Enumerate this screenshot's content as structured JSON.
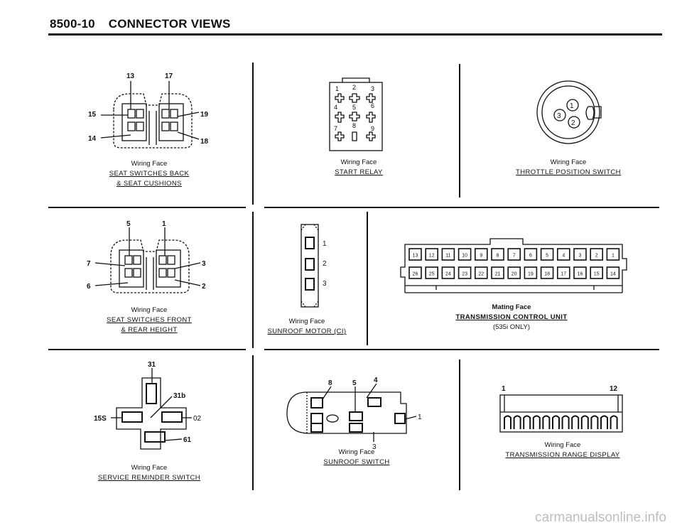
{
  "header": {
    "number": "8500-10",
    "title": "CONNECTOR VIEWS"
  },
  "seat_back": {
    "face": "Wiring Face",
    "name1": "SEAT SWITCHES BACK",
    "name2": "& SEAT CUSHIONS",
    "pins": [
      "13",
      "17",
      "15",
      "19",
      "14",
      "18"
    ]
  },
  "start_relay": {
    "face": "Wiring Face",
    "name": "START RELAY",
    "pins": [
      "1",
      "2",
      "3",
      "4",
      "5",
      "6",
      "7",
      "8",
      "9"
    ]
  },
  "throttle": {
    "face": "Wiring Face",
    "name": "THROTTLE POSITION SWITCH",
    "pins": [
      "1",
      "3",
      "2"
    ]
  },
  "seat_front": {
    "face": "Wiring Face",
    "name1": "SEAT SWITCHES FRONT",
    "name2": "& REAR HEIGHT",
    "pins": [
      "5",
      "1",
      "7",
      "3",
      "6",
      "2"
    ]
  },
  "sunroof_motor": {
    "face": "Wiring Face",
    "name": "SUNROOF MOTOR (CI)",
    "pins": [
      "1",
      "2",
      "3"
    ]
  },
  "tcu": {
    "face": "Mating Face",
    "name": "TRANSMISSION CONTROL UNIT",
    "note": "(535i ONLY)",
    "top_pins": [
      "13",
      "12",
      "11",
      "10",
      "9",
      "8",
      "7",
      "6",
      "5",
      "4",
      "3",
      "2",
      "1"
    ],
    "bottom_pins": [
      "26",
      "25",
      "24",
      "23",
      "22",
      "21",
      "20",
      "19",
      "18",
      "17",
      "16",
      "15",
      "14"
    ]
  },
  "service": {
    "face": "Wiring Face",
    "name": "SERVICE REMINDER SWITCH",
    "pins": [
      "31",
      "31b",
      "15S",
      "02",
      "61"
    ]
  },
  "sunroof_switch": {
    "face": "Wiring Face",
    "name": "SUNROOF SWITCH",
    "pins": [
      "8",
      "5",
      "4",
      "1",
      "3"
    ]
  },
  "trans_range": {
    "face": "Wiring Face",
    "name": "TRANSMISSION RANGE DISPLAY",
    "pins": [
      "1",
      "12"
    ]
  },
  "watermark": "carmanualsonline.info"
}
